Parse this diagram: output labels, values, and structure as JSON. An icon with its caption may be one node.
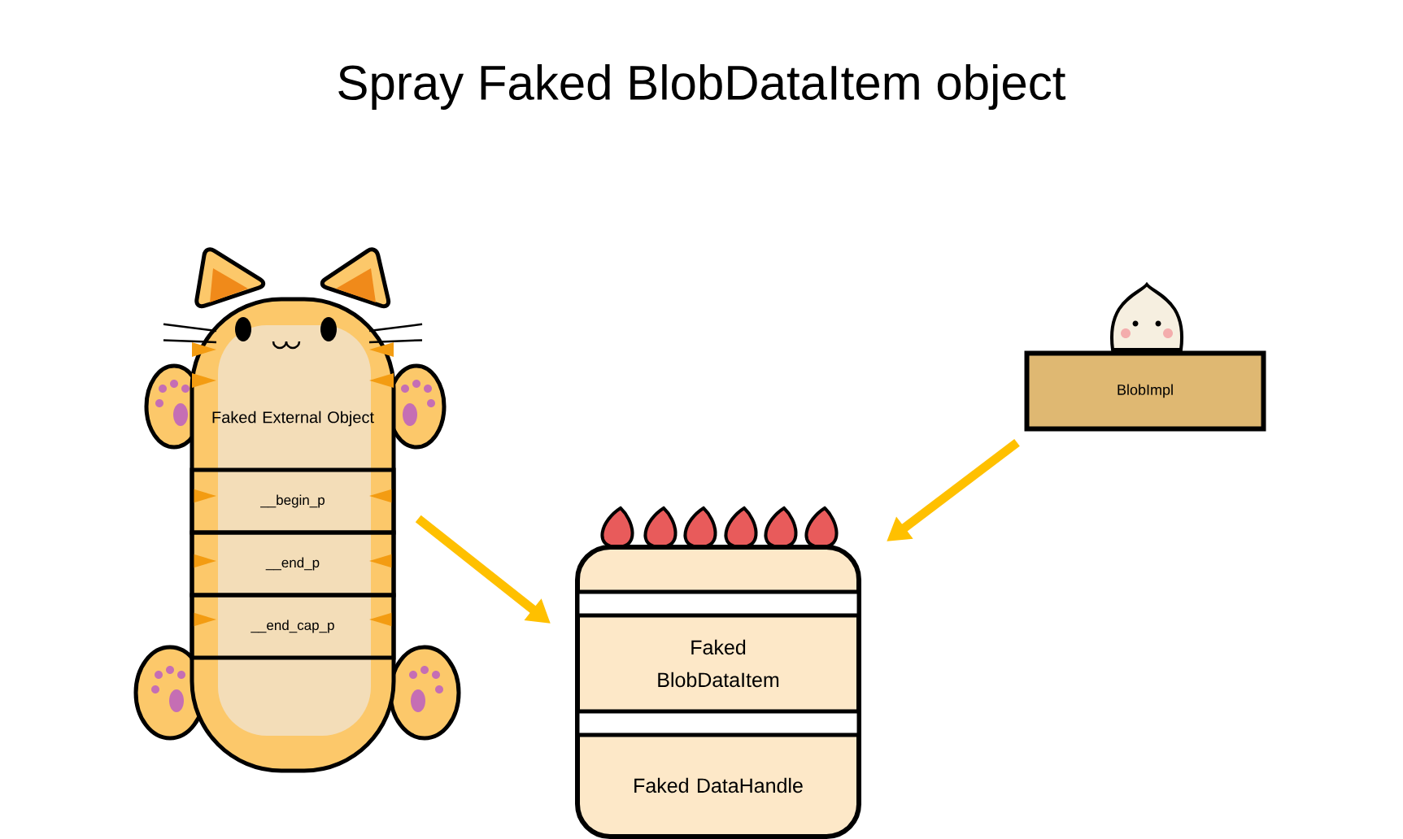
{
  "diagram": {
    "title": "Spray Faked BlobDataItem object",
    "nodes": [
      {
        "text": [
          "Faked External Object"
        ]
      },
      {
        "text": [
          "__begin_p"
        ],
        "in": 0
      },
      {
        "text": [
          "__end_p"
        ],
        "in": 0
      },
      {
        "text": [
          "__end_cap_p"
        ],
        "in": 0
      },
      {
        "text": [],
        "shape": "box"
      },
      {
        "text": [
          "Faked BlobDataItem"
        ],
        "in": 4
      },
      {
        "text": [
          "Faked DataHandle"
        ],
        "in": 4
      },
      {
        "text": [
          "BlobImpl"
        ]
      }
    ],
    "edges": [
      {
        "from": 0,
        "to": 4,
        "arrow": "to"
      },
      {
        "from": 7,
        "to": 4,
        "arrow": "to"
      }
    ]
  }
}
